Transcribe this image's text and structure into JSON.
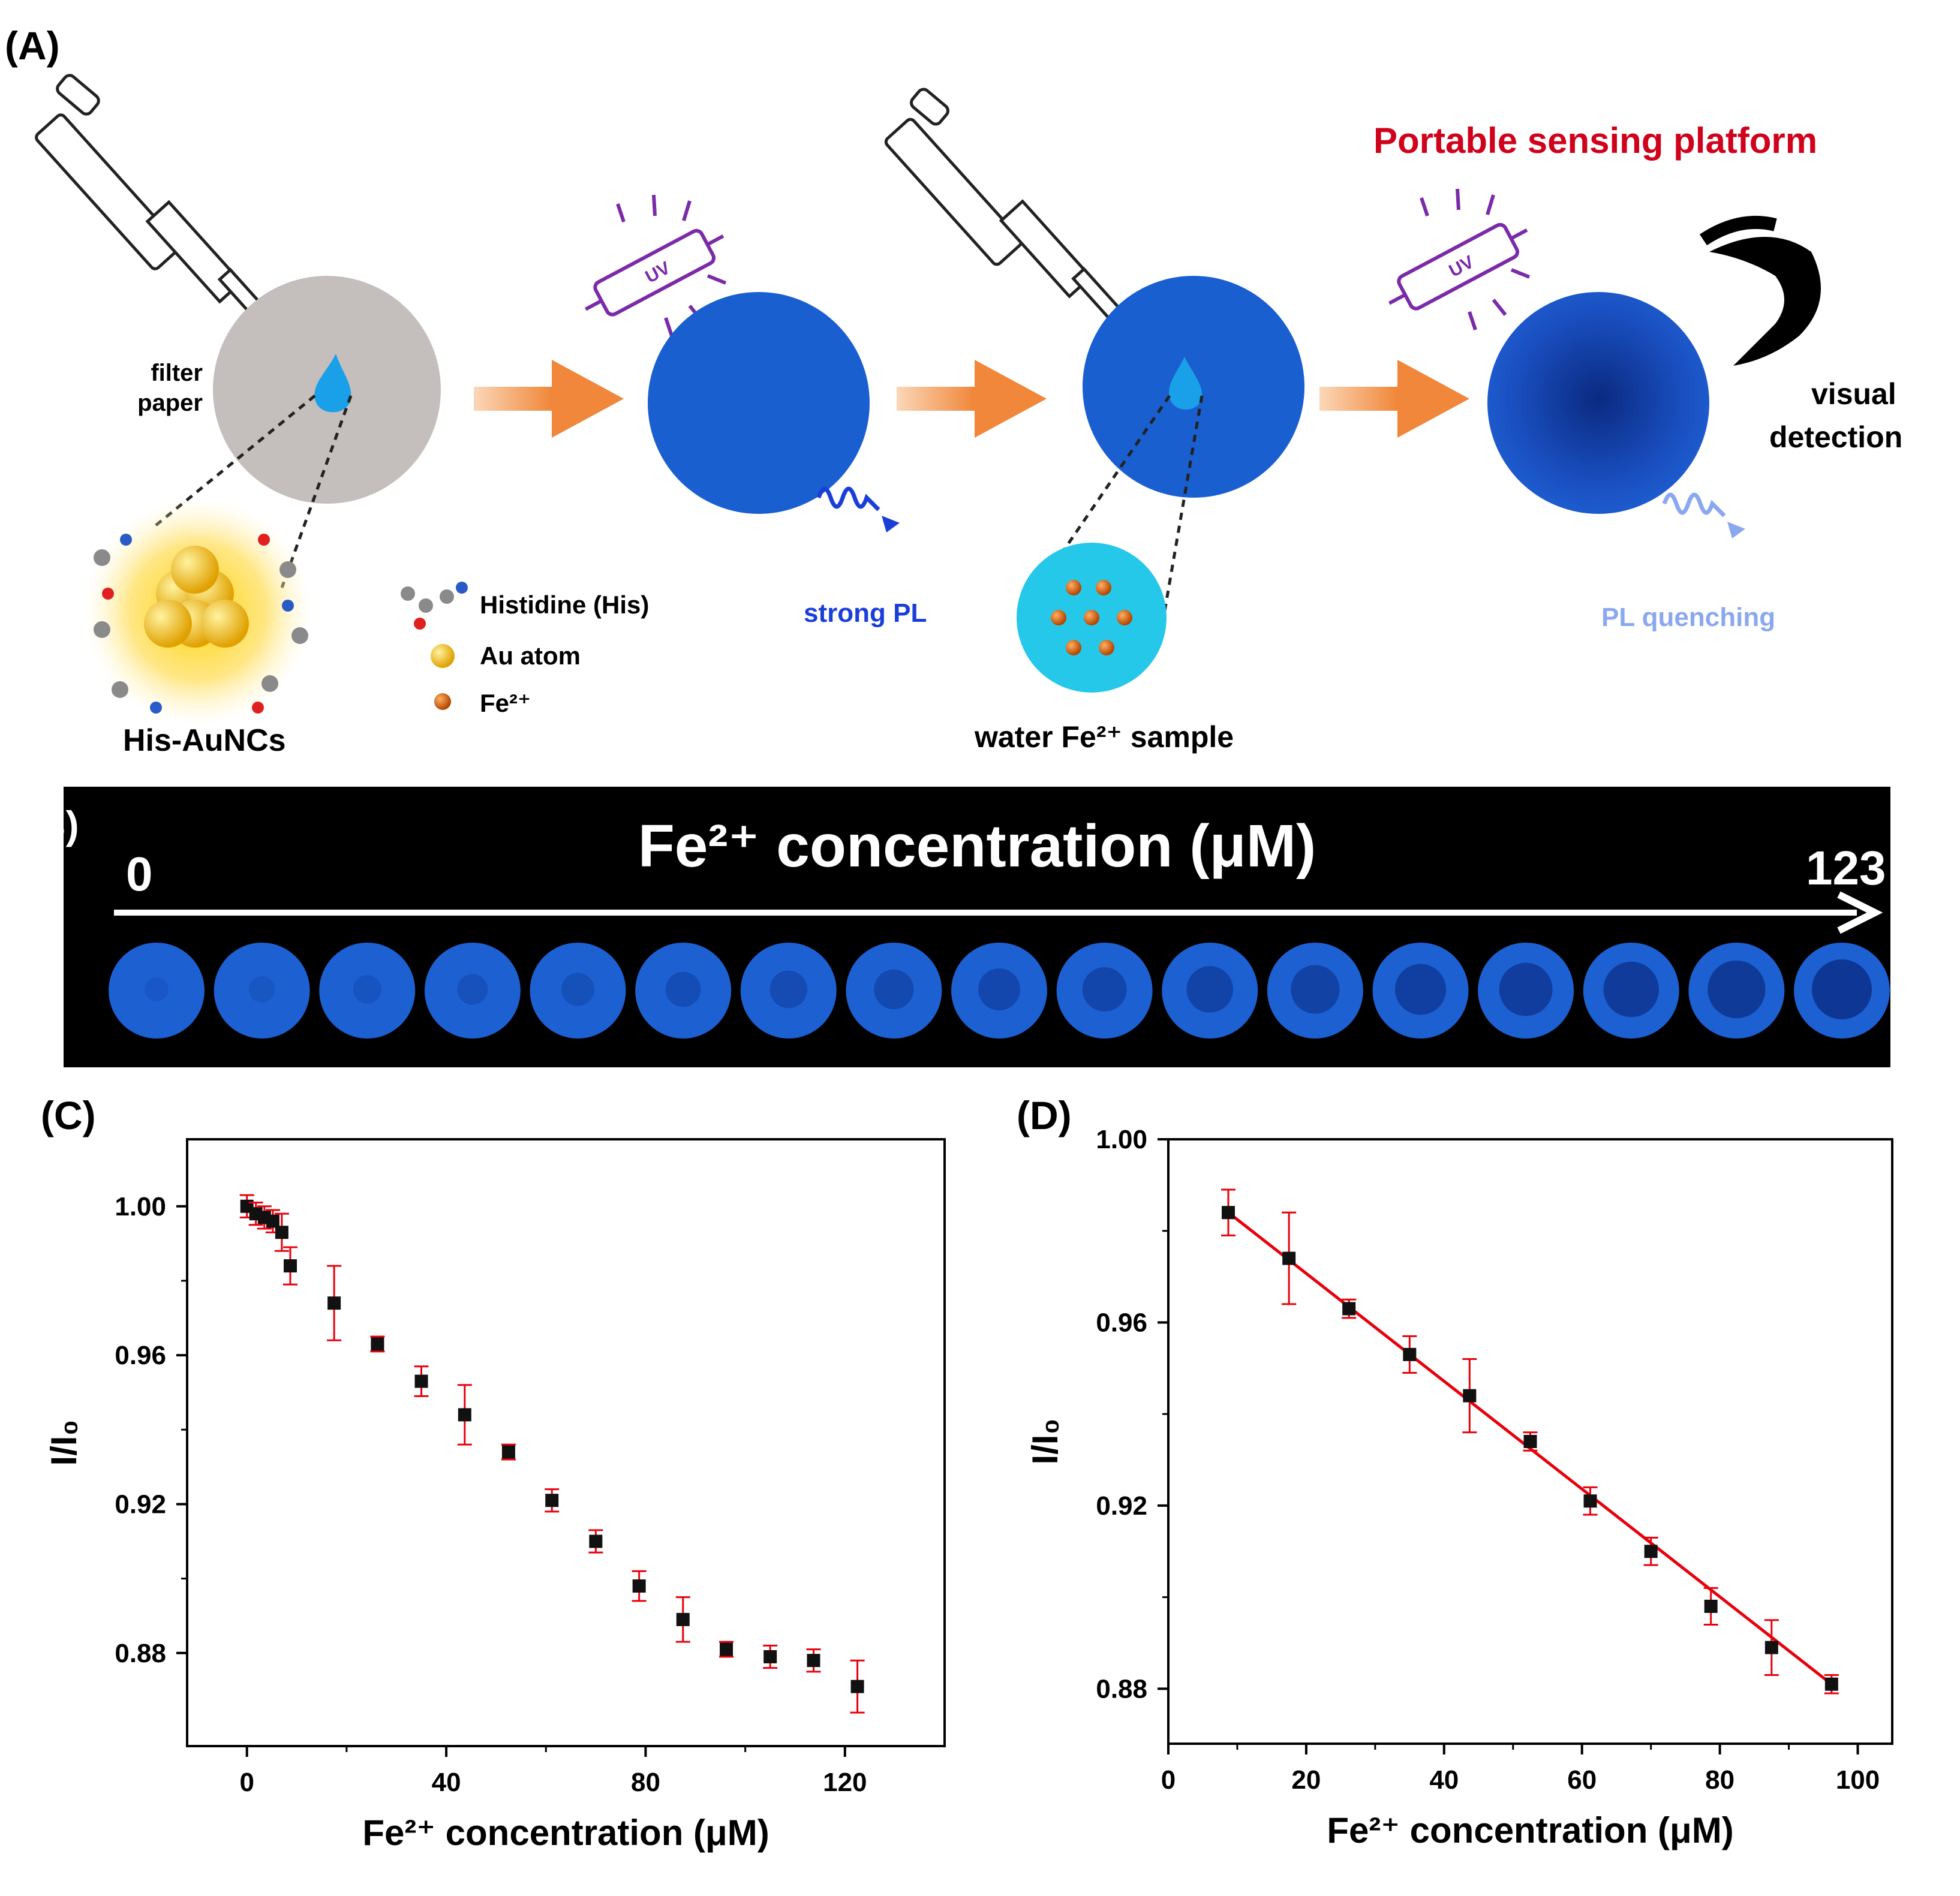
{
  "panel_labels": {
    "a": "(A)",
    "b": "(B)",
    "c": "(C)",
    "d": "(D)"
  },
  "schematic": {
    "title": "Portable sensing platform",
    "filter_paper_label_1": "filter",
    "filter_paper_label_2": "paper",
    "uv_label": "UV",
    "strong_pl": "strong PL",
    "pl_quenching": "PL quenching",
    "visual_1": "visual",
    "visual_2": "detection",
    "cluster_label": "His-AuNCs",
    "water_sample": "water Fe²⁺ sample",
    "legend": [
      {
        "label": "Histidine (His)",
        "icon": "histidine-molecule-icon"
      },
      {
        "label": "Au atom",
        "icon": "gold-sphere-icon"
      },
      {
        "label": "Fe²⁺",
        "icon": "iron-ion-icon"
      }
    ],
    "colors": {
      "title": "#d0021b",
      "strong_pl": "#1a3fd8",
      "pl_quenching": "#8aa8f0",
      "arrow": "#f0873a",
      "uv": "#7b2aa8",
      "disc": "#1a5fd0"
    }
  },
  "strip": {
    "title": "Fe²⁺ concentration (μM)",
    "start": "0",
    "end": "123",
    "spot_count": 17
  },
  "chart_data": [
    {
      "type": "scatter",
      "panel": "C",
      "xlabel": "Fe²⁺ concentration (μM)",
      "ylabel": "I/I₀",
      "xlim": [
        -12,
        140
      ],
      "ylim": [
        0.855,
        1.018
      ],
      "xticks": [
        0,
        40,
        80,
        120
      ],
      "yticks": [
        0.88,
        0.92,
        0.96,
        1.0
      ],
      "xtick_labels": [
        "0",
        "40",
        "80",
        "120"
      ],
      "ytick_labels": [
        "0.88",
        "0.92",
        "0.96",
        "1.00"
      ],
      "grid": false,
      "points": [
        {
          "x": 0,
          "y": 1.0,
          "err": 0.003
        },
        {
          "x": 1.8,
          "y": 0.998,
          "err": 0.003
        },
        {
          "x": 3.5,
          "y": 0.997,
          "err": 0.003
        },
        {
          "x": 5.2,
          "y": 0.996,
          "err": 0.003
        },
        {
          "x": 7,
          "y": 0.993,
          "err": 0.005
        },
        {
          "x": 8.7,
          "y": 0.984,
          "err": 0.005
        },
        {
          "x": 17.5,
          "y": 0.974,
          "err": 0.01
        },
        {
          "x": 26.2,
          "y": 0.963,
          "err": 0.002
        },
        {
          "x": 35,
          "y": 0.953,
          "err": 0.004
        },
        {
          "x": 43.7,
          "y": 0.944,
          "err": 0.008
        },
        {
          "x": 52.5,
          "y": 0.934,
          "err": 0.002
        },
        {
          "x": 61.2,
          "y": 0.921,
          "err": 0.003
        },
        {
          "x": 70,
          "y": 0.91,
          "err": 0.003
        },
        {
          "x": 78.7,
          "y": 0.898,
          "err": 0.004
        },
        {
          "x": 87.5,
          "y": 0.889,
          "err": 0.006
        },
        {
          "x": 96.2,
          "y": 0.881,
          "err": 0.002
        },
        {
          "x": 105,
          "y": 0.879,
          "err": 0.003
        },
        {
          "x": 113.7,
          "y": 0.878,
          "err": 0.003
        },
        {
          "x": 122.5,
          "y": 0.871,
          "err": 0.007
        }
      ]
    },
    {
      "type": "scatter",
      "panel": "D",
      "xlabel": "Fe²⁺ concentration (μM)",
      "ylabel": "I/I₀",
      "xlim": [
        0,
        105
      ],
      "ylim": [
        0.868,
        1.0
      ],
      "xticks": [
        0,
        20,
        40,
        60,
        80,
        100
      ],
      "yticks": [
        0.88,
        0.92,
        0.96,
        1.0
      ],
      "xtick_labels": [
        "0",
        "20",
        "40",
        "60",
        "80",
        "100"
      ],
      "ytick_labels": [
        "0.88",
        "0.92",
        "0.96",
        "1.00"
      ],
      "grid": false,
      "fit_line": {
        "x": [
          8.7,
          96.2
        ],
        "y": [
          0.984,
          0.881
        ],
        "color": "#e8000b"
      },
      "points": [
        {
          "x": 8.7,
          "y": 0.984,
          "err": 0.005
        },
        {
          "x": 17.5,
          "y": 0.974,
          "err": 0.01
        },
        {
          "x": 26.2,
          "y": 0.963,
          "err": 0.002
        },
        {
          "x": 35,
          "y": 0.953,
          "err": 0.004
        },
        {
          "x": 43.7,
          "y": 0.944,
          "err": 0.008
        },
        {
          "x": 52.5,
          "y": 0.934,
          "err": 0.002
        },
        {
          "x": 61.2,
          "y": 0.921,
          "err": 0.003
        },
        {
          "x": 70,
          "y": 0.91,
          "err": 0.003
        },
        {
          "x": 78.7,
          "y": 0.898,
          "err": 0.004
        },
        {
          "x": 87.5,
          "y": 0.889,
          "err": 0.006
        },
        {
          "x": 96.2,
          "y": 0.881,
          "err": 0.002
        }
      ]
    }
  ]
}
